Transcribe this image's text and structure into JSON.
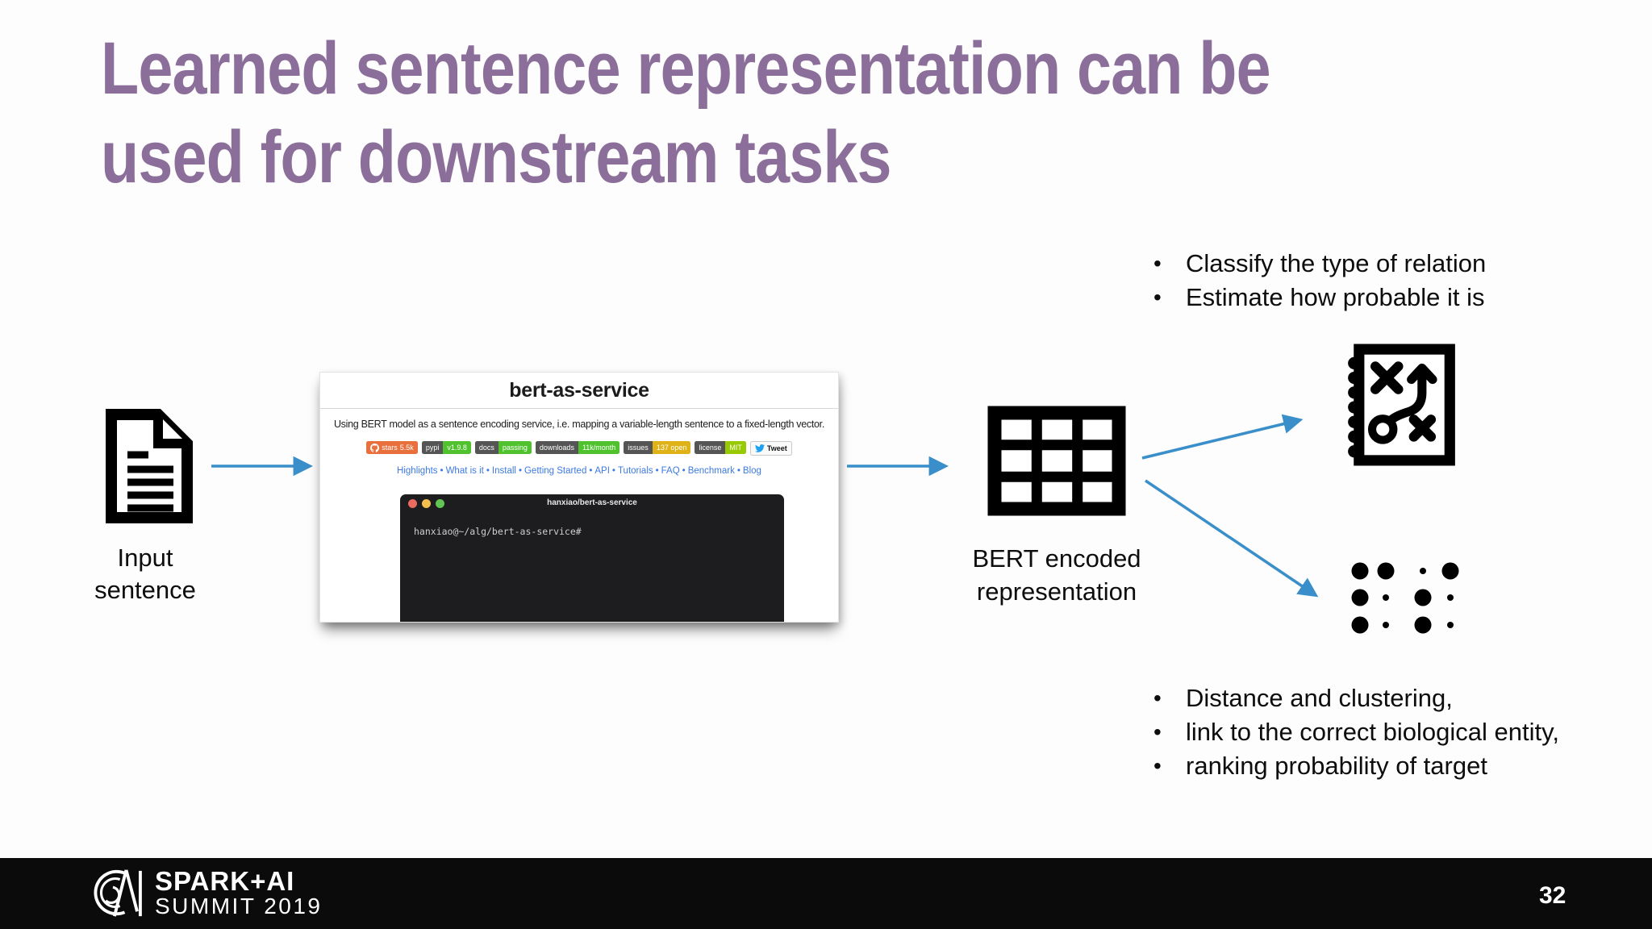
{
  "title": {
    "line1": "Learned sentence representation can be",
    "line2": "used for downstream tasks"
  },
  "input": {
    "line1": "Input",
    "line2": "sentence"
  },
  "card": {
    "heading": "bert-as-service",
    "subtitle": "Using BERT model as a sentence encoding service, i.e. mapping a variable-length sentence to a fixed-length vector.",
    "badges": {
      "stars": {
        "label": "stars",
        "value": "5.5k"
      },
      "pypi": {
        "label": "pypi",
        "value": "v1.9.8"
      },
      "docs": {
        "label": "docs",
        "value": "passing"
      },
      "downloads": {
        "label": "downloads",
        "value": "11k/month"
      },
      "issues": {
        "label": "issues",
        "value": "137 open"
      },
      "license": {
        "label": "license",
        "value": "MIT"
      },
      "tweet": {
        "label": "Tweet"
      }
    },
    "links": [
      "Highlights",
      "What is it",
      "Install",
      "Getting Started",
      "API",
      "Tutorials",
      "FAQ",
      "Benchmark",
      "Blog"
    ],
    "separator": "•",
    "terminal": {
      "title": "hanxiao/bert-as-service",
      "prompt": "hanxiao@~/alg/bert-as-service#"
    }
  },
  "encoded": {
    "line1": "BERT encoded",
    "line2": "representation"
  },
  "top_tasks": {
    "items": [
      "Classify the type of relation",
      "Estimate how probable it is"
    ]
  },
  "bottom_tasks": {
    "items": [
      "Distance and clustering,",
      "link to the correct biological entity,",
      "ranking probability of target"
    ]
  },
  "footer": {
    "brand_top": "SPARK+AI",
    "brand_bottom": "SUMMIT 2019",
    "page": "32"
  },
  "colors": {
    "title_purple": "#8c6e9b",
    "arrow_blue": "#3a8fca",
    "link_blue": "#3d7ae4",
    "badge_gray": "#555555",
    "badge_green": "#4fc22e",
    "badge_orange": "#e8703d",
    "badge_yellow": "#dfb317",
    "badge_yellowgreen": "#97ca00",
    "terminal_bg": "#1d1d1f"
  }
}
